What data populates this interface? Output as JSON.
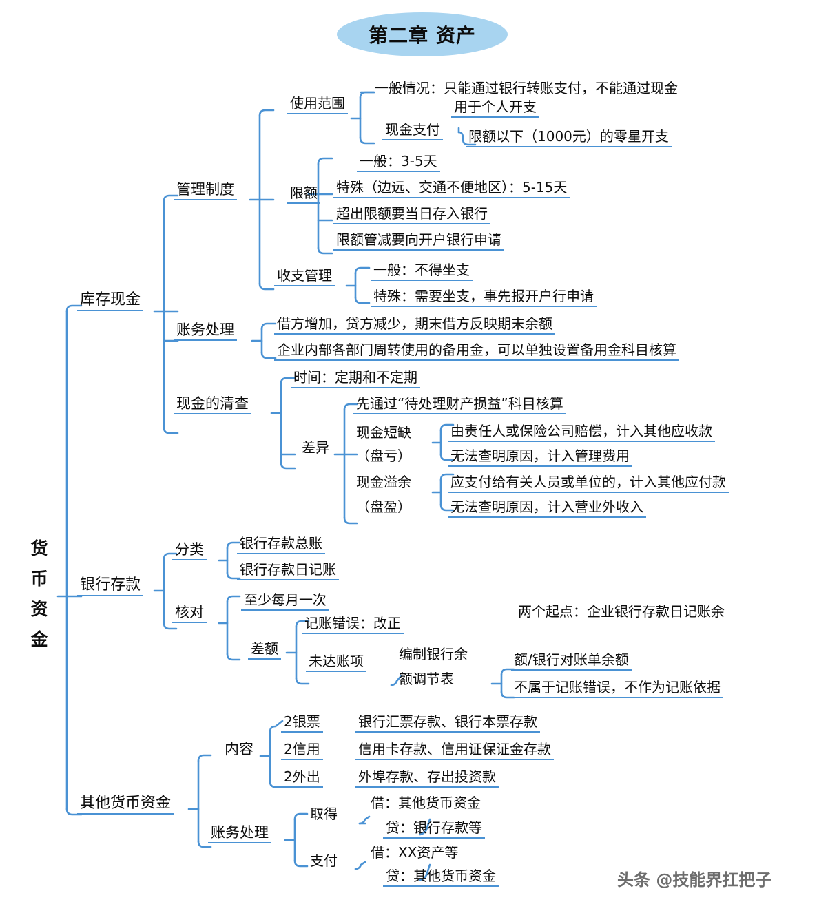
{
  "title": {
    "text": "第二章 资产",
    "accent": "#a8d4f0"
  },
  "theme": {
    "link_color": "#4a92d4",
    "text_color": "#0d0d0d",
    "background": "#ffffff"
  },
  "watermark": {
    "text": "头条 @技能界扛把子"
  },
  "root": {
    "label": "货币资金",
    "chars": [
      "货",
      "币",
      "资",
      "金"
    ]
  },
  "branches": {
    "cash_on_hand": {
      "label": "库存现金",
      "management": {
        "label": "管理制度",
        "usage_scope": {
          "label": "使用范围",
          "general": "一般情况：只能通过银行转账支付，不能通过现金",
          "general_line2": "用于个人开支",
          "cash_payment_label": "现金支付",
          "cash_payment_detail": "限额以下（1000元）的零星开支"
        },
        "limit": {
          "label": "限额",
          "items": [
            "一般：3-5天",
            "特殊（边远、交通不便地区）：5-15天",
            "超出限额要当日存入银行",
            "限额管减要向开户银行申请"
          ]
        },
        "income_expense": {
          "label": "收支管理",
          "items": [
            "一般：不得坐支",
            "特殊：需要坐支，事先报开户行申请"
          ]
        }
      },
      "accounting": {
        "label": "账务处理",
        "items": [
          "借方增加，贷方减少，期末借方反映期末余额",
          "企业内部各部门周转使用的备用金，可以单独设置备用金科目核算"
        ]
      },
      "inventory_check": {
        "label": "现金的清查",
        "time": "时间：定期和不定期",
        "difference": {
          "label": "差异",
          "first": "先通过“待处理财产损益”科目核算",
          "shortage": {
            "label_line1": "现金短缺",
            "label_line2": "（盘亏）",
            "items": [
              "由责任人或保险公司赔偿，计入其他应收款",
              "无法查明原因，计入管理费用"
            ]
          },
          "overage": {
            "label_line1": "现金溢余",
            "label_line2": "（盘盈）",
            "items": [
              "应支付给有关人员或单位的，计入其他应付款",
              "无法查明原因，计入营业外收入"
            ]
          }
        }
      }
    },
    "bank_deposit": {
      "label": "银行存款",
      "classification": {
        "label": "分类",
        "items": [
          "银行存款总账",
          "银行存款日记账"
        ]
      },
      "reconciliation": {
        "label": "核对",
        "frequency": "至少每月一次",
        "difference": {
          "label": "差额",
          "bookkeeping_error": "记账错误：改正",
          "unrecorded": {
            "label": "未达账项",
            "statement_line1": "编制银行余",
            "statement_line2": "额调节表",
            "note_line1": "两个起点：企业银行存款日记账余",
            "note_line2": "额/银行对账单余额",
            "note_line3": "不属于记账错误，不作为记账依据"
          }
        }
      }
    },
    "other_monetary": {
      "label": "其他货币资金",
      "content": {
        "label": "内容",
        "rows": [
          {
            "key": "2银票",
            "value": "银行汇票存款、银行本票存款"
          },
          {
            "key": "2信用",
            "value": "信用卡存款、信用证保证金存款"
          },
          {
            "key": "2外出",
            "value": "外埠存款、存出投资款"
          }
        ]
      },
      "accounting": {
        "label": "账务处理",
        "acquire": {
          "label": "取得",
          "debit": "借：其他货币资金",
          "credit": "贷：银行存款等"
        },
        "pay": {
          "label": "支付",
          "debit": "借：XX资产等",
          "credit": "贷：其他货币资金"
        }
      }
    }
  }
}
